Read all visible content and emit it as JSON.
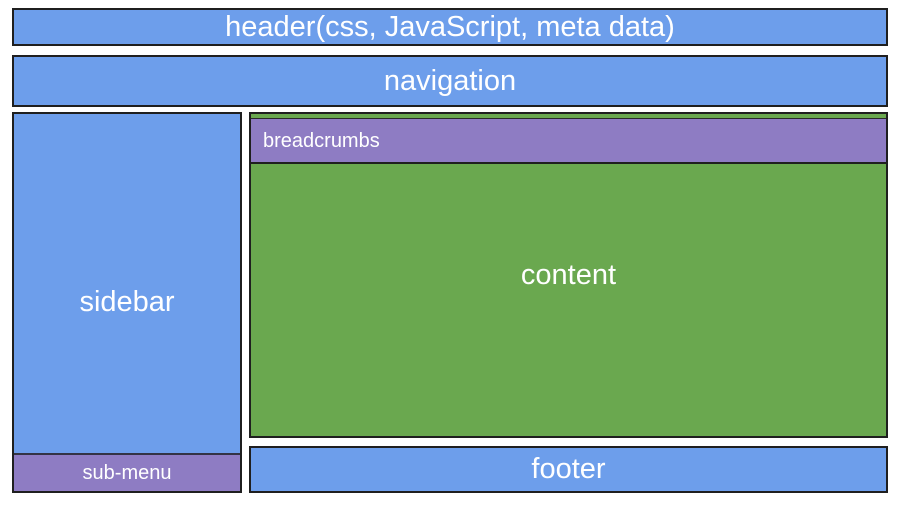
{
  "colors": {
    "blue": "#6d9eeb",
    "purple": "#8e7cc3",
    "green": "#6aa84f",
    "border": "#1f1f1f",
    "text": "#ffffff",
    "background": "#ffffff"
  },
  "blocks": {
    "header": {
      "label": "header(css, JavaScript, meta data)"
    },
    "navigation": {
      "label": "navigation"
    },
    "sidebar": {
      "label": "sidebar"
    },
    "sub_menu": {
      "label": "sub-menu"
    },
    "breadcrumbs": {
      "label": "breadcrumbs"
    },
    "content": {
      "label": "content"
    },
    "footer": {
      "label": "footer"
    }
  }
}
